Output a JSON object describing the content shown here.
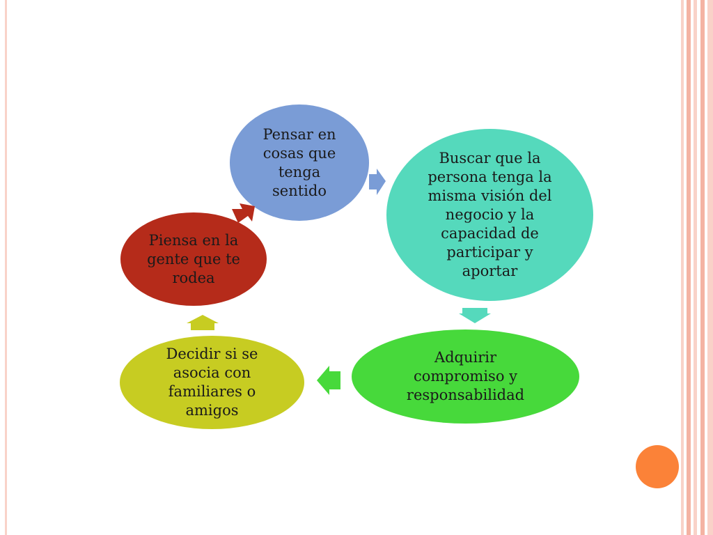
{
  "colors": {
    "border_light": "#f9d2c8",
    "border_mid": "#f4b3a3",
    "dot": "#fb8238",
    "blue": "#7a9cd6",
    "teal": "#55d9bc",
    "green": "#47d93b",
    "olive": "#c7cc22",
    "red": "#b52b1a"
  },
  "nodes": [
    {
      "id": "pensar",
      "text": "Pensar en\ncosas que\ntenga\nsentido",
      "color": "#7a9cd6"
    },
    {
      "id": "buscar",
      "text": "Buscar que la\npersona tenga la\nmisma visión del\nnegocio y la\ncapacidad de\nparticipar y\naportar",
      "color": "#55d9bc"
    },
    {
      "id": "adquirir",
      "text": "Adquirir\ncompromiso y\nresponsabilidad",
      "color": "#47d93b"
    },
    {
      "id": "decidir",
      "text": "Decidir si se\nasocia con\nfamiliares o\namigos",
      "color": "#c7cc22"
    },
    {
      "id": "piensa",
      "text": "Piensa en la\ngente que te\nrodea",
      "color": "#b52b1a"
    }
  ]
}
